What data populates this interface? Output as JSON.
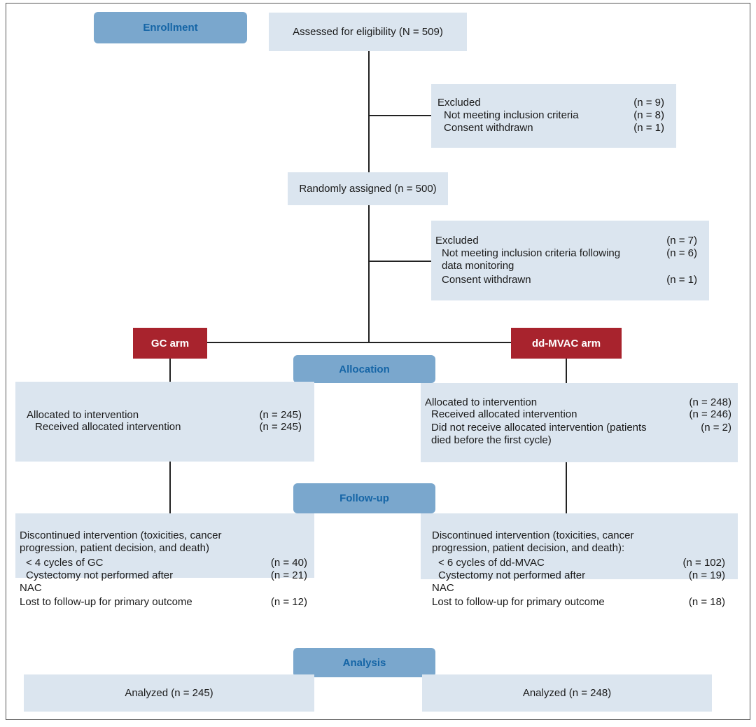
{
  "stages": {
    "enrollment": "Enrollment",
    "allocation": "Allocation",
    "followup": "Follow-up",
    "analysis": "Analysis"
  },
  "assessed": "Assessed for eligibility (N = 509)",
  "excluded1": {
    "title": "Excluded",
    "title_n": "(n = 9)",
    "items": [
      {
        "label": "Not meeting inclusion criteria",
        "n": "(n = 8)"
      },
      {
        "label": "Consent withdrawn",
        "n": "(n = 1)"
      }
    ]
  },
  "randomized": "Randomly assigned (n = 500)",
  "excluded2": {
    "title": "Excluded",
    "title_n": "(n = 7)",
    "items": [
      {
        "label": "Not meeting inclusion criteria following",
        "label2": "data monitoring",
        "n": "(n = 6)"
      },
      {
        "label": "Consent withdrawn",
        "n": "(n = 1)"
      }
    ]
  },
  "arms": {
    "gc": "GC arm",
    "mvac": "dd-MVAC arm"
  },
  "gc_alloc": {
    "allocated": "Allocated to intervention",
    "allocated_n": "(n = 245)",
    "received": "Received allocated intervention",
    "received_n": "(n = 245)"
  },
  "mvac_alloc": {
    "allocated": "Allocated to intervention",
    "allocated_n": "(n = 248)",
    "received": "Received allocated intervention",
    "received_n": "(n = 246)",
    "not_received": "Did not receive allocated intervention (patients",
    "not_received2": "died before the first cycle)",
    "not_received_n": "(n = 2)"
  },
  "gc_follow": {
    "disc1": "Discontinued intervention (toxicities, cancer",
    "disc2": "progression, patient decision, and death)",
    "cycles": "< 4 cycles of GC",
    "cycles_n": "(n = 40)",
    "cyst": "Cystectomy not performed after",
    "cyst2": "NAC",
    "cyst_n": "(n = 21)",
    "lost": "Lost to follow-up for primary outcome",
    "lost_n": "(n = 12)"
  },
  "mvac_follow": {
    "disc1": "Discontinued intervention (toxicities, cancer",
    "disc2": "progression, patient decision, and death):",
    "cycles": "< 6 cycles of dd-MVAC",
    "cycles_n": "(n = 102)",
    "cyst": "Cystectomy not performed after",
    "cyst2": "NAC",
    "cyst_n": "(n = 19)",
    "lost": "Lost to follow-up for primary outcome",
    "lost_n": "(n = 18)"
  },
  "gc_analysis": "Analyzed (n = 245)",
  "mvac_analysis": "Analyzed (n = 248)",
  "colors": {
    "box": "#dbe5ef",
    "stage": "#7aa7cd",
    "stage_text": "#1565a6",
    "arm": "#a8232d"
  }
}
